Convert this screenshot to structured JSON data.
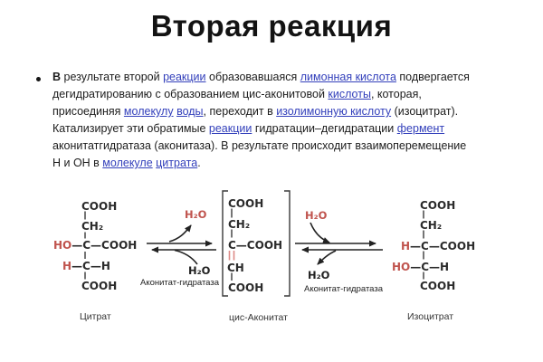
{
  "title": "Вторая реакция",
  "bullet_char": "•",
  "colors": {
    "accent_red": "#c0544e",
    "link_blue": "#3340bb",
    "text": "#1c1c1c"
  },
  "paragraph": {
    "lines": [
      [
        {
          "t": "В",
          "b": true
        },
        {
          "t": " результате второй "
        },
        {
          "t": "реакции",
          "link": true
        },
        {
          "t": " образовавшаяся "
        },
        {
          "t": "лимонная кислота",
          "link": true
        },
        {
          "t": " подвергается"
        }
      ],
      [
        {
          "t": "дегидратированию с образованием цис-аконитовой "
        },
        {
          "t": "кислоты",
          "link": true
        },
        {
          "t": ", которая,"
        }
      ],
      [
        {
          "t": "присоединяя "
        },
        {
          "t": "молекулу",
          "link": true
        },
        {
          "t": " "
        },
        {
          "t": "воды",
          "link": true
        },
        {
          "t": ", переходит в "
        },
        {
          "t": "изолимонную кислоту",
          "link": true
        },
        {
          "t": " (изоцитрат)."
        }
      ],
      [
        {
          "t": "Катализирует эти обратимые "
        },
        {
          "t": "реакции",
          "link": true
        },
        {
          "t": " гидратации–дегидратации "
        },
        {
          "t": "фермент",
          "link": true
        }
      ],
      [
        {
          "t": "аконитатгидратаза (аконитаза). В результате происходит взаимоперемещение"
        }
      ],
      [
        {
          "t": "Н и ОН в "
        },
        {
          "t": "молекуле",
          "link": true
        },
        {
          "t": " "
        },
        {
          "t": "цитрата",
          "link": true
        },
        {
          "t": "."
        }
      ]
    ]
  },
  "diagram": {
    "citrate": {
      "cooh_top": "COOH",
      "ch2": "CH₂",
      "ho": "HO",
      "row3_rest": "—C—COOH",
      "h": "H",
      "row4_rest": "—C—H",
      "cooh_bottom": "COOH",
      "label": "Цитрат"
    },
    "reaction1": {
      "h2o_released": "H₂O",
      "h2o_absorbed": "H₂O",
      "enzyme": "Аконитат-гидратаза"
    },
    "cis_aconitate": {
      "cooh_top": "COOH",
      "ch2": "CH₂",
      "row3": "C—COOH",
      "ch": "CH",
      "cooh_bottom": "COOH",
      "label": "цис-Аконитат"
    },
    "reaction2": {
      "h2o_absorbed": "H₂O",
      "h2o_released": "H₂O",
      "enzyme": "Аконитат-гидратаза"
    },
    "isocitrate": {
      "cooh_top": "COOH",
      "ch2": "CH₂",
      "h": "H",
      "row3_rest": "—C—COOH",
      "ho": "HO",
      "row4_rest": "—C—H",
      "cooh_bottom": "COOH",
      "label": "Изоцитрат"
    }
  }
}
